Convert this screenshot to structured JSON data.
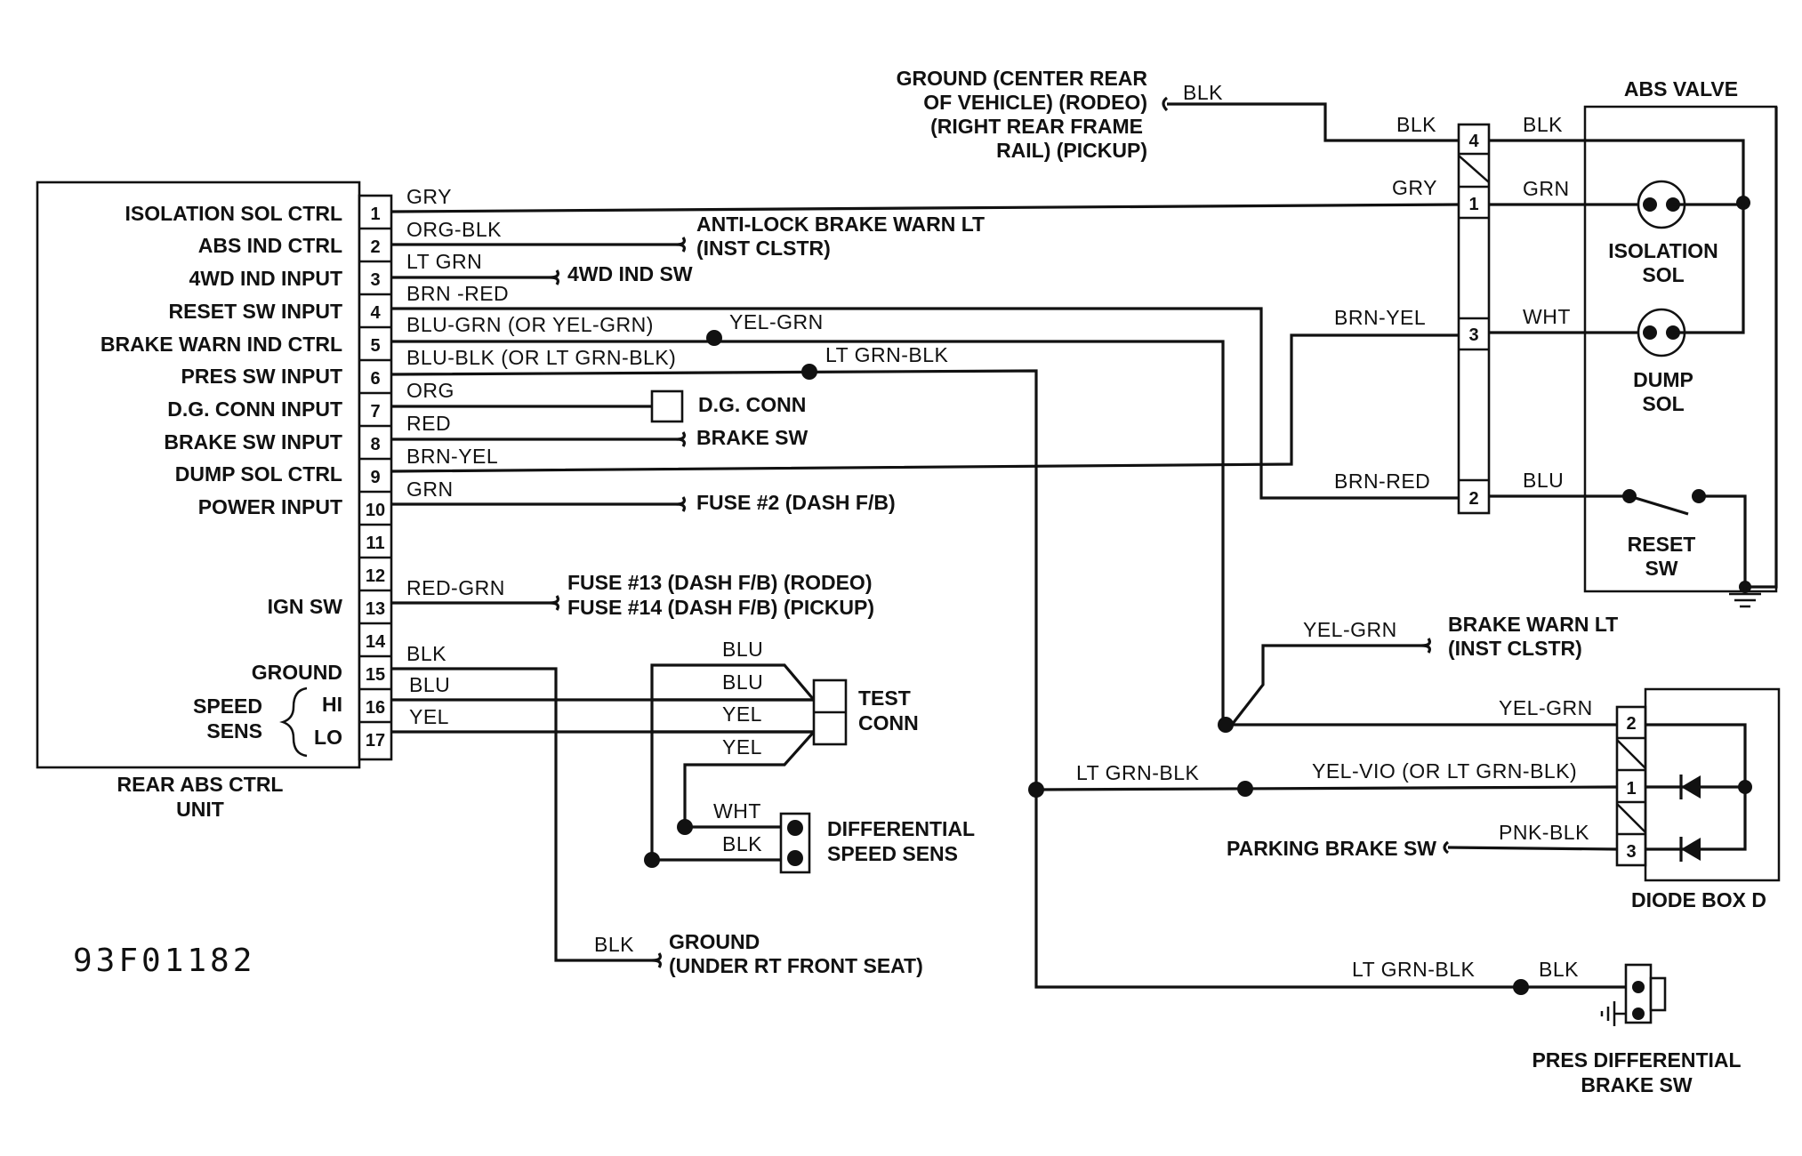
{
  "figure_code": "93F01182",
  "abs_unit": {
    "name_line1": "REAR ABS CTRL",
    "name_line2": "UNIT",
    "pins": [
      {
        "num": "1",
        "label": "ISOLATION SOL CTRL",
        "wire": "GRY"
      },
      {
        "num": "2",
        "label": "ABS IND CTRL",
        "wire": "ORG-BLK"
      },
      {
        "num": "3",
        "label": "4WD IND INPUT",
        "wire": "LT GRN"
      },
      {
        "num": "4",
        "label": "RESET SW INPUT",
        "wire": "BRN -RED"
      },
      {
        "num": "5",
        "label": "BRAKE WARN IND CTRL",
        "wire": "BLU-GRN (OR YEL-GRN)"
      },
      {
        "num": "6",
        "label": "PRES SW INPUT",
        "wire": "BLU-BLK (OR LT GRN-BLK)"
      },
      {
        "num": "7",
        "label": "D.G. CONN INPUT",
        "wire": "ORG"
      },
      {
        "num": "8",
        "label": "BRAKE SW INPUT",
        "wire": "RED"
      },
      {
        "num": "9",
        "label": "DUMP SOL CTRL",
        "wire": "BRN-YEL"
      },
      {
        "num": "10",
        "label": "POWER INPUT",
        "wire": "GRN"
      },
      {
        "num": "11",
        "label": "",
        "wire": ""
      },
      {
        "num": "12",
        "label": "",
        "wire": ""
      },
      {
        "num": "13",
        "label": "IGN SW",
        "wire": "RED-GRN"
      },
      {
        "num": "14",
        "label": "",
        "wire": ""
      },
      {
        "num": "15",
        "label": "GROUND",
        "wire": "BLK"
      },
      {
        "num": "16",
        "label": "HI",
        "wire": "BLU"
      },
      {
        "num": "17",
        "label": "LO",
        "wire": "YEL"
      }
    ],
    "speed_sens_line1": "SPEED",
    "speed_sens_line2": "SENS"
  },
  "wire_mid_labels": {
    "yel_grn_pin5": "YEL-GRN",
    "lt_grn_blk_pin6": "LT GRN-BLK"
  },
  "targets": {
    "antilock_line1": "ANTI-LOCK BRAKE WARN LT",
    "antilock_line2": "(INST CLSTR)",
    "wd_sw": "4WD IND SW",
    "dg_conn": "D.G. CONN",
    "brake_sw": "BRAKE SW",
    "fuse2": "FUSE #2 (DASH F/B)",
    "fuse13": "FUSE #13 (DASH F/B) (RODEO)",
    "fuse14": "FUSE #14 (DASH F/B) (PICKUP)"
  },
  "test_conn": {
    "line1": "TEST",
    "line2": "CONN",
    "wires": [
      "BLU",
      "BLU",
      "YEL",
      "YEL"
    ]
  },
  "diff_sens": {
    "line1": "DIFFERENTIAL",
    "line2": "SPEED SENS",
    "wires": [
      "WHT",
      "BLK"
    ]
  },
  "ground_under_seat": {
    "wire": "BLK",
    "line1": "GROUND",
    "line2": "(UNDER RT FRONT SEAT)"
  },
  "ground_rear": {
    "line1": "GROUND (CENTER REAR",
    "line2": "OF VEHICLE) (RODEO)",
    "line3": "(RIGHT REAR FRAME",
    "line4": "RAIL) (PICKUP)",
    "wire": "BLK"
  },
  "valve_connector": {
    "pins": [
      "4",
      "1",
      "3",
      "2"
    ],
    "left_wires": [
      "BLK",
      "GRY",
      "BRN-YEL",
      "BRN-RED"
    ],
    "right_wires": [
      "BLK",
      "GRN",
      "WHT",
      "BLU"
    ]
  },
  "abs_valve": {
    "title": "ABS VALVE",
    "isolation_line1": "ISOLATION",
    "isolation_line2": "SOL",
    "dump_line1": "DUMP",
    "dump_line2": "SOL",
    "reset_line1": "RESET",
    "reset_line2": "SW"
  },
  "brake_warn_lt": {
    "wire": "YEL-GRN",
    "line1": "BRAKE WARN LT",
    "line2": "(INST CLSTR)"
  },
  "diode_box": {
    "title": "DIODE BOX D",
    "pins": [
      "2",
      "1",
      "3"
    ],
    "wires": [
      "YEL-GRN",
      "YEL-VIO (OR LT GRN-BLK)",
      "PNK-BLK"
    ],
    "lt_grn_blk": "LT GRN-BLK",
    "parking_brake_sw": "PARKING BRAKE SW"
  },
  "pres_sw": {
    "wire_left": "LT GRN-BLK",
    "wire_right": "BLK",
    "line1": "PRES DIFFERENTIAL",
    "line2": "BRAKE SW"
  }
}
